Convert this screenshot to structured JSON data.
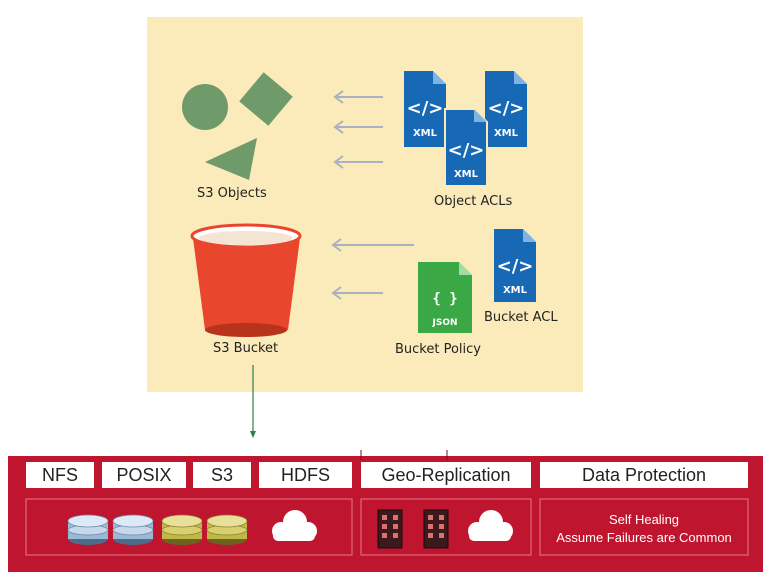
{
  "diagram": {
    "objects_label": "S3 Objects",
    "object_acls_label": "Object ACLs",
    "bucket_label": "S3 Bucket",
    "bucket_policy_label": "Bucket Policy",
    "bucket_acl_label": "Bucket ACL",
    "xml_text": "XML",
    "json_text": "JSON",
    "code_glyph": "</>",
    "brace_glyph": "{ }"
  },
  "platform": {
    "tabs": [
      "NFS",
      "POSIX",
      "S3",
      "HDFS"
    ],
    "geo_replication": "Geo-Replication",
    "data_protection": "Data Protection",
    "self_healing": "Self Healing",
    "assume_failures": "Assume Failures are Common"
  },
  "colors": {
    "panel_bg": "#fbeaba",
    "shape_green": "#6f9a6a",
    "xml_blue": "#1769b6",
    "json_green": "#3aa845",
    "bucket_red": "#e8472d",
    "bar_red": "#c0152f",
    "arrow_green": "#2f7d4f"
  }
}
